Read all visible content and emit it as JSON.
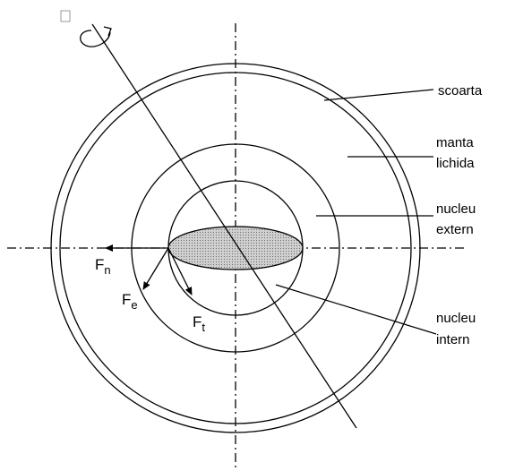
{
  "labels": {
    "crust": "scoarta",
    "mantle_1": "manta",
    "mantle_2": "lichida",
    "outer_core_1": "nucleu",
    "outer_core_2": "extern",
    "inner_core_1": "nucleu",
    "inner_core_2": "intern"
  },
  "forces": {
    "normal": {
      "symbol": "F",
      "subscript": "n"
    },
    "centrifugal": {
      "symbol": "F",
      "subscript": "e"
    },
    "tangential": {
      "symbol": "F",
      "subscript": "t"
    }
  },
  "colors": {
    "line": "#000000",
    "hatch": "#888888",
    "background": "#ffffff"
  },
  "icons": {
    "rotation": "rotation-arrow-icon",
    "corner_box": "empty-box-glyph"
  }
}
